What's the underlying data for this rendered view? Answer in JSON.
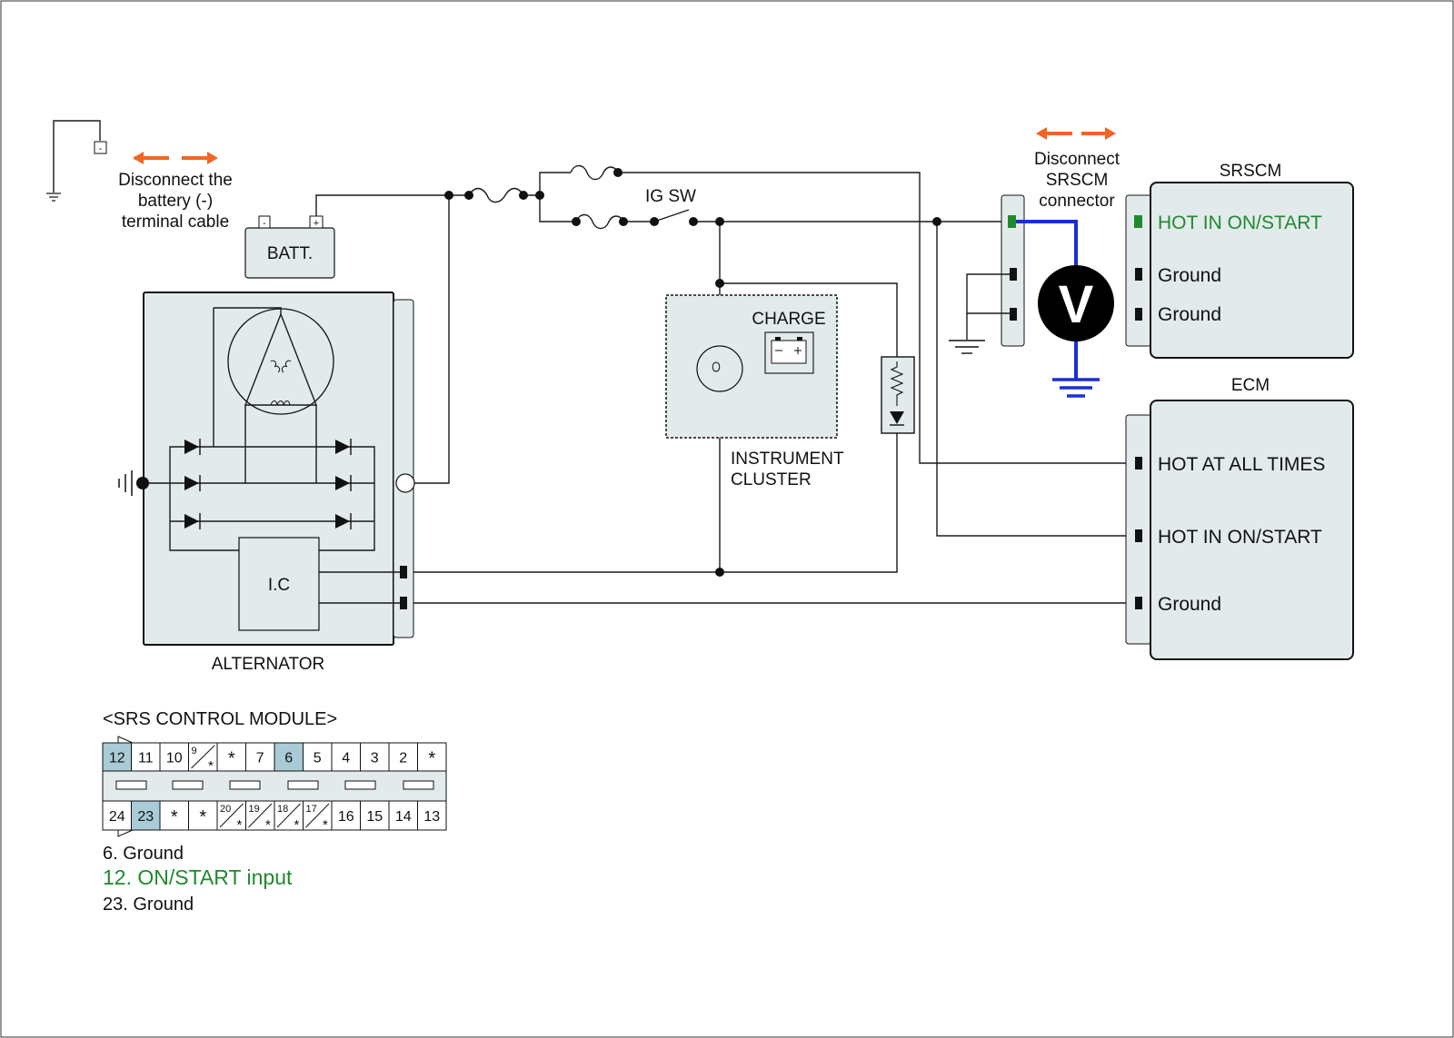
{
  "colors": {
    "accent_arrow": "#f26522",
    "meter_wire": "#1a2ed6",
    "highlight_text": "#1f8a2e",
    "pin_highlight": "#a9cbd6",
    "module_fill": "#e3eaec"
  },
  "labels": {
    "batt_instruction": [
      "Disconnect the",
      "battery (-)",
      "terminal cable"
    ],
    "batt": "BATT.",
    "batt_minus": "-",
    "batt_plus": "+",
    "ground_minus": "-",
    "ig_sw": "IG SW",
    "charge": "CHARGE",
    "instrument_cluster": [
      "INSTRUMENT",
      "CLUSTER"
    ],
    "alternator": "ALTERNATOR",
    "ic": "I.C",
    "srscm_instruction": [
      "Disconnect",
      "SRSCM",
      "connector"
    ],
    "meter": "V"
  },
  "srscm": {
    "title": "SRSCM",
    "pins": [
      "HOT IN ON/START",
      "Ground",
      "Ground"
    ]
  },
  "ecm": {
    "title": "ECM",
    "pins": [
      "HOT AT ALL TIMES",
      "HOT IN ON/START",
      "Ground"
    ]
  },
  "connector": {
    "title": "<SRS CONTROL MODULE>",
    "top_row": [
      "12",
      "11",
      "10",
      "9*",
      "*",
      "7",
      "6",
      "5",
      "4",
      "3",
      "2",
      "*"
    ],
    "bottom_row": [
      "24",
      "23",
      "*",
      "*",
      "20*",
      "19*",
      "18*",
      "17*",
      "16",
      "15",
      "14",
      "13"
    ],
    "highlighted": [
      "12",
      "6",
      "23"
    ]
  },
  "legend": [
    {
      "text": "6. Ground",
      "highlight": false
    },
    {
      "text": "12. ON/START input",
      "highlight": true
    },
    {
      "text": "23. Ground",
      "highlight": false
    }
  ]
}
